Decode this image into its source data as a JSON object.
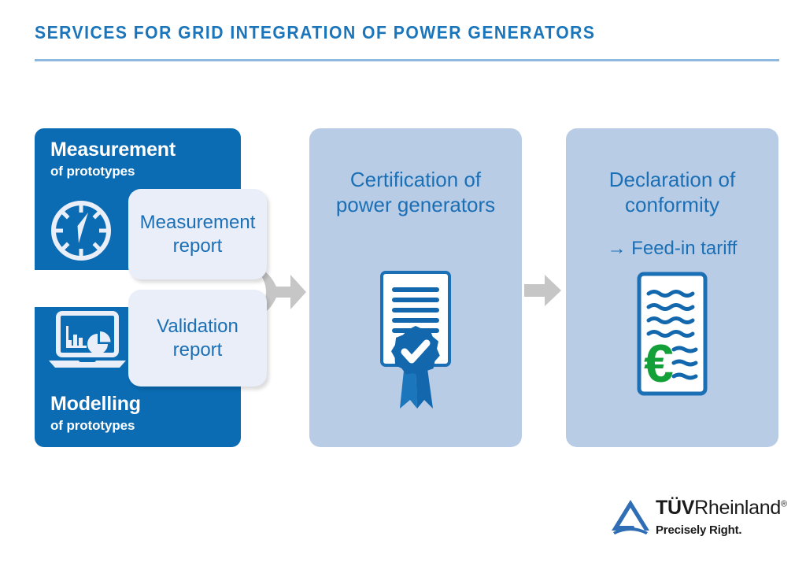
{
  "header": {
    "title": "Services for grid integration of power generators"
  },
  "diagram": {
    "inputs": [
      {
        "heading": "Measurement",
        "subheading": "of prototypes",
        "icon": "gauge-icon",
        "output_card": "Measurement\nreport",
        "output_card_line1": "Measurement",
        "output_card_line2": "report"
      },
      {
        "heading": "Modelling",
        "subheading": "of prototypes",
        "icon": "laptop-chart-icon",
        "output_card": "Validation\nreport",
        "output_card_line1": "Validation",
        "output_card_line2": "report"
      }
    ],
    "stages": [
      {
        "title_line1": "Certification of",
        "title_line2": "power generators",
        "subtitle": "",
        "icon": "certificate-seal-icon"
      },
      {
        "title_line1": "Declaration of",
        "title_line2": "conformity",
        "subtitle": "→ Feed-in tariff",
        "icon": "euro-document-icon"
      }
    ],
    "connectors": [
      {
        "name": "merge-arrow",
        "direction": "right"
      },
      {
        "name": "straight-arrow",
        "direction": "right"
      }
    ]
  },
  "logo": {
    "mark": "tuv-rheinland-triangle-icon",
    "word_bold": "TÜV",
    "word_regular": "Rheinland",
    "registered": "®",
    "tagline": "Precisely Right."
  },
  "colors": {
    "title_blue": "#1b75bb",
    "rule_blue": "#8eb8dd",
    "box_blue": "#0b6cb4",
    "panel_blue": "#b9cce6",
    "card_bg": "#e9eef8",
    "card_text": "#1b6fb5",
    "arrow_gray": "#c6c6c6",
    "euro_green": "#13a038",
    "logo_dark": "#1a1a1a",
    "logo_blue": "#2f6eb5"
  }
}
